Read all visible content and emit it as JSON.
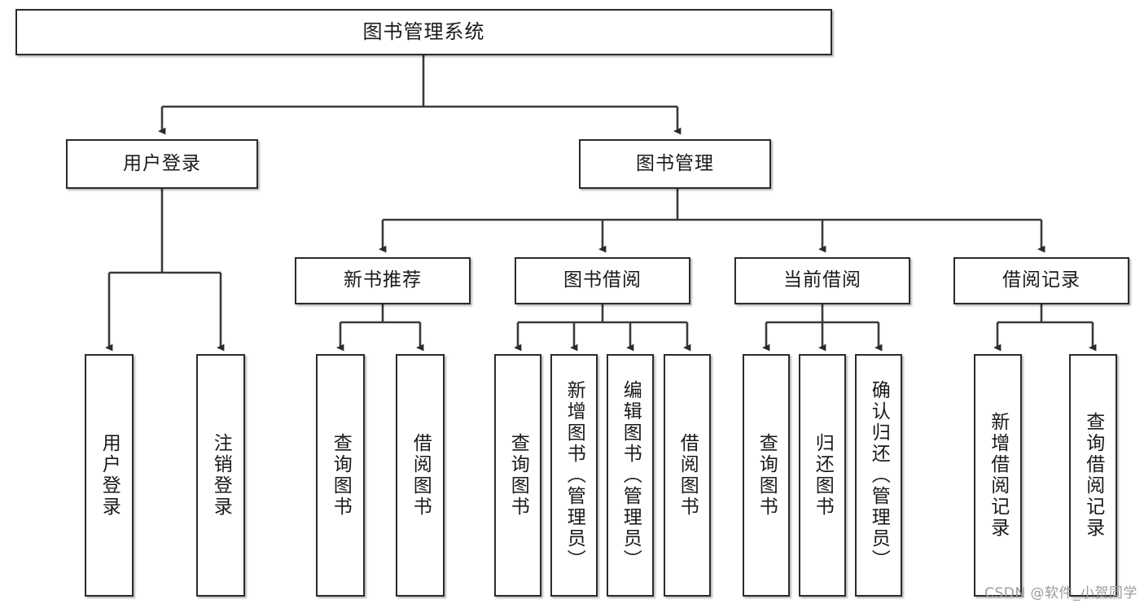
{
  "diagram": {
    "title": "图书管理系统",
    "type": "tree-hierarchy-chart",
    "watermark": "CSDN @软件_小贺同学",
    "colors": {
      "box_border": "#2b2b2b",
      "box_fill": "#ffffff",
      "line": "#3a3a3a",
      "text": "#1a1a1a",
      "watermark": "#9a9a9a"
    },
    "nodes": {
      "root": {
        "label": "图书管理系统"
      },
      "level2": [
        {
          "label": "用户登录"
        },
        {
          "label": "图书管理"
        }
      ],
      "level3": [
        {
          "label": "新书推荐"
        },
        {
          "label": "图书借阅"
        },
        {
          "label": "当前借阅"
        },
        {
          "label": "借阅记录"
        }
      ],
      "leaves": {
        "user_login": [
          {
            "label": "用户登录"
          },
          {
            "label": "注销登录"
          }
        ],
        "new_book_recommend": [
          {
            "label": "查询图书"
          },
          {
            "label": "借阅图书"
          }
        ],
        "book_borrow": [
          {
            "label": "查询图书"
          },
          {
            "label": "新增图书（管理员）"
          },
          {
            "label": "编辑图书（管理员）"
          },
          {
            "label": "借阅图书"
          }
        ],
        "current_borrow": [
          {
            "label": "查询图书"
          },
          {
            "label": "归还图书"
          },
          {
            "label": "确认归还（管理员）"
          }
        ],
        "borrow_record": [
          {
            "label": "新增借阅记录"
          },
          {
            "label": "查询借阅记录"
          }
        ]
      }
    }
  }
}
